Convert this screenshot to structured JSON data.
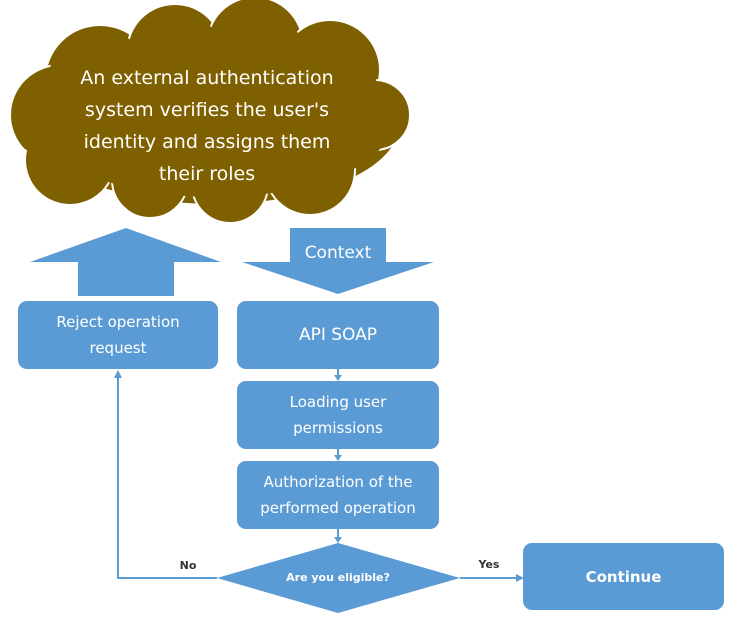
{
  "cloud": {
    "text": "An external authentication system verifies the user's identity and assigns them their roles"
  },
  "arrows": {
    "context_label": "Context"
  },
  "nodes": {
    "reject": "Reject operation request",
    "api": "API SOAP",
    "loading": "Loading user permissions",
    "authorization": "Authorization of the performed operation",
    "decision": "Are you eligible?",
    "continue": "Continue"
  },
  "edges": {
    "no": "No",
    "yes": "Yes"
  },
  "colors": {
    "box": "#5b9bd5",
    "cloud": "#7f6000",
    "line": "#5b9bd5"
  }
}
